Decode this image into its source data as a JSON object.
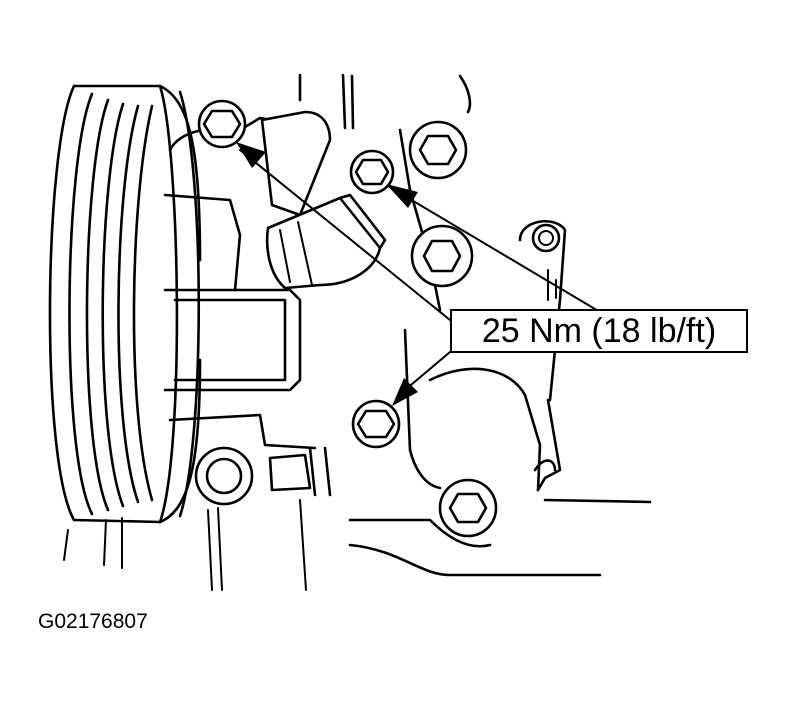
{
  "callout": {
    "torque_spec": "25 Nm (18 lb/ft)",
    "bolt_count": 3
  },
  "figure": {
    "id": "G02176807"
  },
  "colors": {
    "line": "#000000",
    "background": "#ffffff"
  }
}
